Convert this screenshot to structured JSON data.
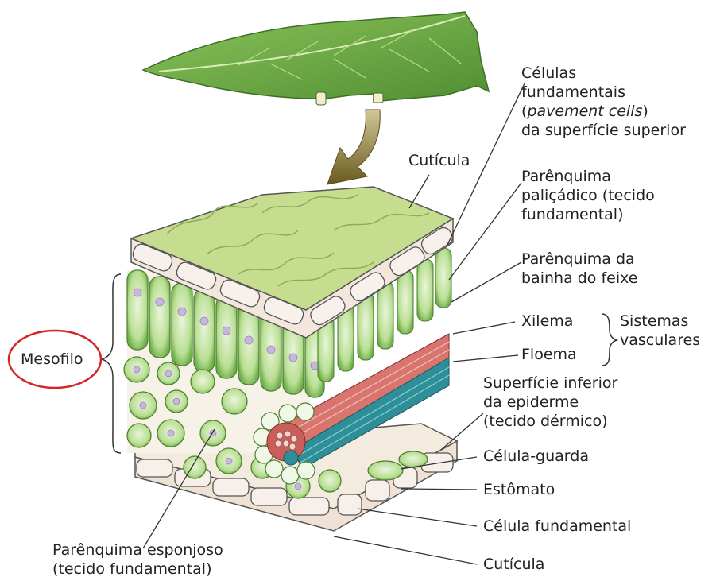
{
  "labels": {
    "cuticula_top": "Cutícula",
    "celulas_fund_1": "Células",
    "celulas_fund_2": "fundamentais",
    "celulas_fund_3_open": "(",
    "celulas_fund_3_italic": "pavement cells",
    "celulas_fund_3_close": ")",
    "celulas_fund_4": "da superfície superior",
    "palicadico_1": "Parênquima",
    "palicadico_2": "paliçádico (tecido",
    "palicadico_3": "fundamental)",
    "bainha_1": "Parênquima da",
    "bainha_2": "bainha do feixe",
    "xilema": "Xilema",
    "floema": "Floema",
    "sistemas_1": "Sistemas",
    "sistemas_2": "vasculares",
    "inferior_1": "Superfície inferior",
    "inferior_2": "da epiderme",
    "inferior_3": "(tecido dérmico)",
    "celula_guarda": "Célula-guarda",
    "estomato": "Estômato",
    "celula_fundamental": "Célula fundamental",
    "cuticula_bottom": "Cutícula",
    "mesofilo": "Mesofilo",
    "esponjoso_1": "Parênquima esponjoso",
    "esponjoso_2": "(tecido fundamental)"
  },
  "colors": {
    "leaf_green": "#5a9a3a",
    "cuticle_top": "#c9dc8c",
    "epidermis_fill": "#f5ece4",
    "cell_green": "#9fce7a",
    "nucleus": "#c9b6e0",
    "xylem": "#d9746f",
    "phloem": "#2f8f98",
    "highlight_ring": "#d42525",
    "arrow": "#7a6a2a",
    "leader_line": "#333333"
  }
}
